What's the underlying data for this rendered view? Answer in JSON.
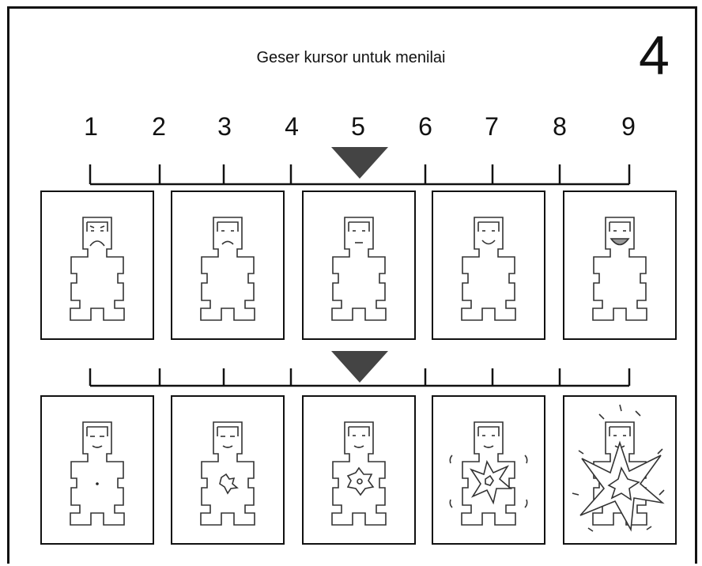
{
  "instruction": "Geser kursor untuk menilai",
  "screen_number": "4",
  "scale_numbers": [
    "1",
    "2",
    "3",
    "4",
    "5",
    "6",
    "7",
    "8",
    "9"
  ],
  "valence_scale": {
    "selected_value": 5,
    "figures": [
      {
        "mood": "very-unhappy"
      },
      {
        "mood": "unhappy"
      },
      {
        "mood": "neutral"
      },
      {
        "mood": "happy"
      },
      {
        "mood": "very-happy"
      }
    ]
  },
  "arousal_scale": {
    "selected_value": 5,
    "figures": [
      {
        "arousal": "very-calm"
      },
      {
        "arousal": "calm"
      },
      {
        "arousal": "moderate"
      },
      {
        "arousal": "excited"
      },
      {
        "arousal": "very-excited"
      }
    ]
  },
  "colors": {
    "line": "#111111",
    "cursor": "#444444"
  }
}
